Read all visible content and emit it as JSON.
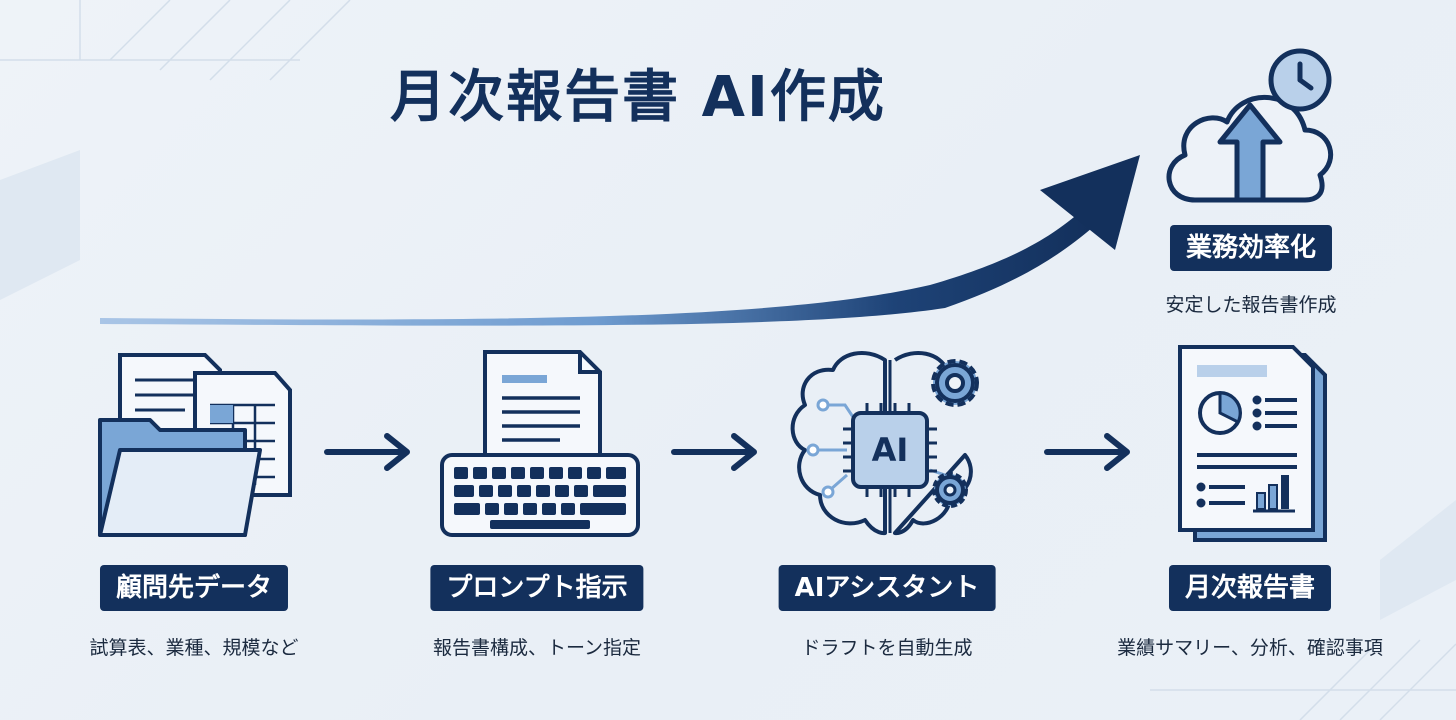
{
  "title": "月次報告書 AI作成",
  "goal": {
    "icon": "cloud-upload-clock-icon",
    "label": "業務効率化",
    "caption": "安定した報告書作成"
  },
  "steps": [
    {
      "icon": "folder-documents-icon",
      "label": "顧問先データ",
      "caption": "試算表、業種、規模など"
    },
    {
      "icon": "document-keyboard-icon",
      "label": "プロンプト指示",
      "caption": "報告書構成、トーン指定"
    },
    {
      "icon": "ai-brain-icon",
      "label": "AIアシスタント",
      "caption": "ドラフトを自動生成",
      "chip_text": "AI"
    },
    {
      "icon": "report-document-icon",
      "label": "月次報告書",
      "caption": "業績サマリー、分析、確認事項"
    }
  ],
  "colors": {
    "navy": "#13305c",
    "accent_blue": "#7aa6d6",
    "light_blue": "#b9d0ea",
    "background": "#eef3f8"
  }
}
